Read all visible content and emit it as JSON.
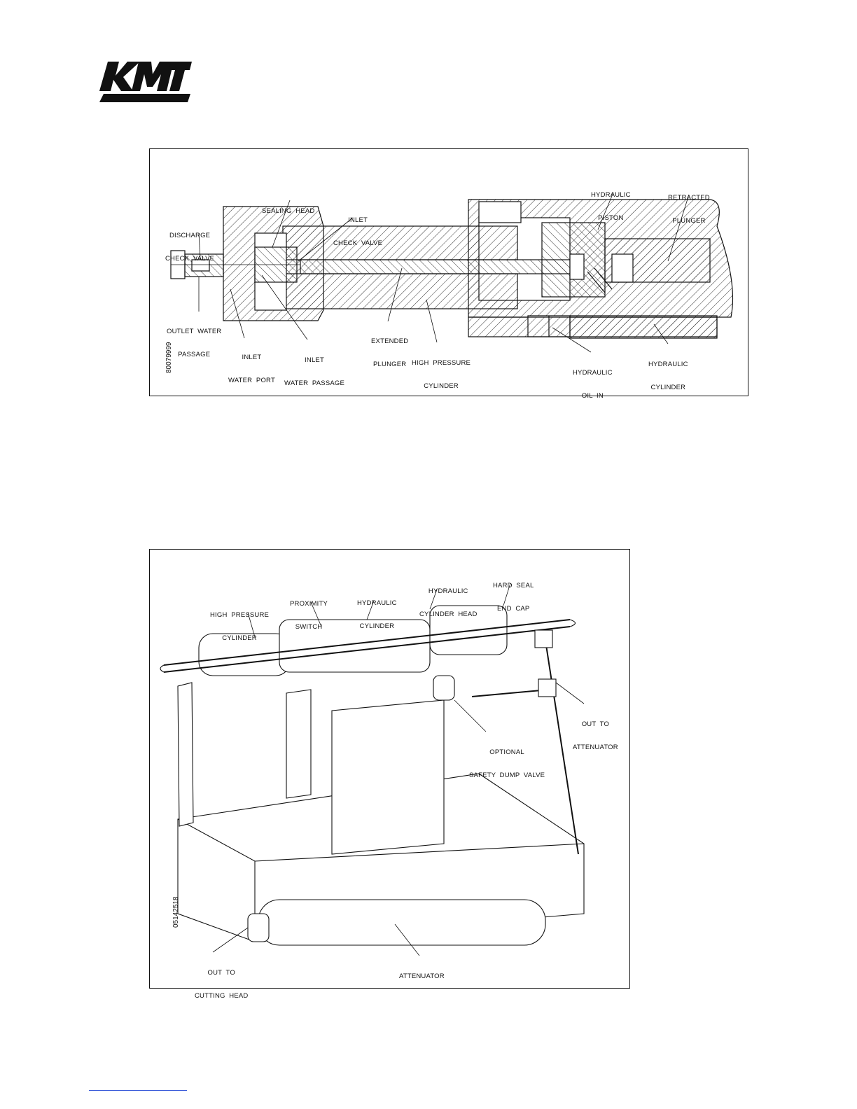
{
  "logo": {
    "text": "KMT",
    "icon": "kmt-logo"
  },
  "figure1": {
    "code": "80079999",
    "labels": {
      "sealing_head": [
        "SEALING  HEAD"
      ],
      "discharge_check_valve": [
        "DISCHARGE",
        "CHECK  VALVE"
      ],
      "inlet_check_valve": [
        "INLET",
        "CHECK  VALVE"
      ],
      "hydraulic_piston": [
        "HYDRAULIC",
        "PISTON"
      ],
      "retracted_plunger": [
        "RETRACTED",
        "PLUNGER"
      ],
      "outlet_water_passage": [
        "OUTLET  WATER",
        "PASSAGE"
      ],
      "inlet_water_port": [
        "INLET",
        "WATER  PORT"
      ],
      "inlet_water_passage": [
        "INLET",
        "WATER  PASSAGE"
      ],
      "extended_plunger": [
        "EXTENDED",
        "PLUNGER"
      ],
      "high_pressure_cylinder": [
        "HIGH  PRESSURE",
        "CYLINDER"
      ],
      "hydraulic_oil_in": [
        "HYDRAULIC",
        "OIL  IN"
      ],
      "hydraulic_cylinder": [
        "HYDRAULIC",
        "CYLINDER"
      ]
    }
  },
  "figure2": {
    "code": "05142518",
    "labels": {
      "high_pressure_cylinder": [
        "HIGH  PRESSURE",
        "CYLINDER"
      ],
      "proximity_switch": [
        "PROXIMITY",
        "SWITCH"
      ],
      "hydraulic_cylinder": [
        "HYDRAULIC",
        "CYLINDER"
      ],
      "hydraulic_cylinder_head": [
        "HYDRAULIC",
        "CYLINDER  HEAD"
      ],
      "hard_seal_end_cap": [
        "HARD  SEAL",
        "END  CAP"
      ],
      "out_to_attenuator": [
        "OUT  TO",
        "ATTENUATOR"
      ],
      "optional_safety_dump_valve": [
        "OPTIONAL",
        "SAFETY  DUMP  VALVE"
      ],
      "out_to_cutting_head": [
        "OUT  TO",
        "CUTTING  HEAD"
      ],
      "attenuator": [
        "ATTENUATOR"
      ]
    }
  }
}
